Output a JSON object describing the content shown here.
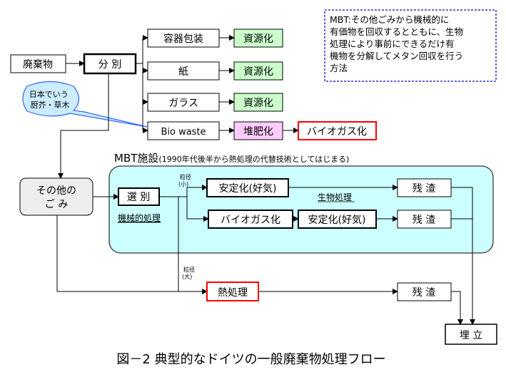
{
  "nodes": {
    "haikibutsu": "廃棄物",
    "bunbetsu": "分 別",
    "youki": "容器包装",
    "kami": "紙",
    "garasu": "ガラス",
    "biowaste": "Bio waste",
    "shigen1": "資源化",
    "shigen2": "資源化",
    "shigen3": "資源化",
    "taihi": "堆肥化",
    "biogas_top": "バイオガス化",
    "sonota_line1": "その他の",
    "sonota_line2": "ご み",
    "senbetsu": "選 別",
    "anteika1": "安定化(好気)",
    "biogas_mbt": "バイオガス化",
    "anteika2": "安定化(好気)",
    "zansa1": "残 渣",
    "zansa2": "残 渣",
    "netsu": "熱処理",
    "zansa3": "残 渣",
    "umetate": "埋 立"
  },
  "labels": {
    "mbt_title_main": "MBT施設",
    "mbt_title_note": "(1990年代後半から熱処理の代替技術としてはじまる)",
    "kikai": "機械的処理",
    "seibutsu": "生物処理",
    "ryukei_small_1": "粒径",
    "ryukei_small_2": "(小)",
    "ryukei_large_1": "粒径",
    "ryukei_large_2": "(大)"
  },
  "callout": {
    "line1": "日本でいう",
    "line2": "厨芥・草木"
  },
  "note": {
    "lines": [
      "MBT:その他ごみから機械的に",
      "有価物を回収するとともに、生物",
      "処理により事前にできるだけ有",
      "機物を分解してメタン回収を行う",
      "方法"
    ]
  },
  "caption": "図－2 典型的なドイツの一般廃棄物処理フロー",
  "colors": {
    "mbt_fill": "#ccffff",
    "resource_fill": "#ccffcc",
    "compost_fill": "#ffccff",
    "red_border": "#ff0000",
    "callout_fill": "#ccecff",
    "callout_border": "#3366ff",
    "note_border": "#3333cc",
    "other_fill": "#eeeeee"
  }
}
